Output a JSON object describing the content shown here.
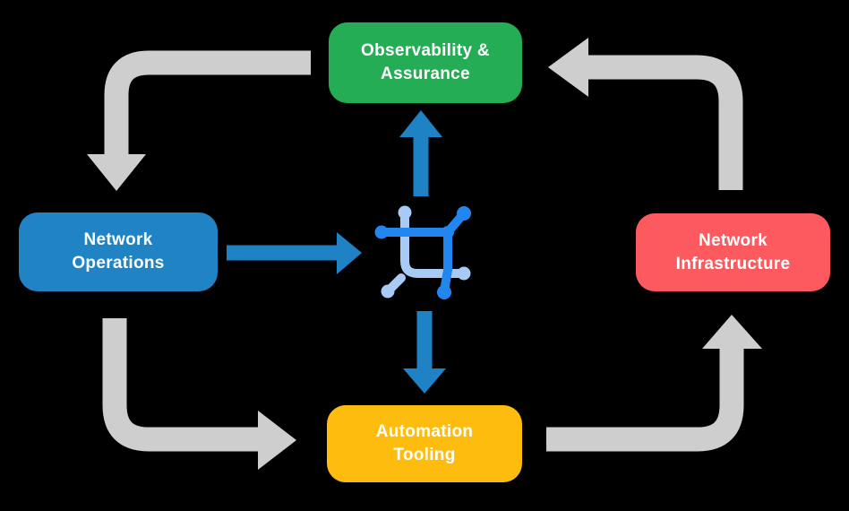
{
  "canvas": {
    "background": "#000000"
  },
  "diagram": {
    "type": "cycle-flow",
    "nodes": {
      "observability": {
        "label": "Observability &\nAssurance",
        "color": "#25AD56",
        "text_color": "#FFFFFF"
      },
      "operations": {
        "label": "Network\nOperations",
        "color": "#1F83C4",
        "text_color": "#FFFFFF"
      },
      "infrastructure": {
        "label": "Network\nInfrastructure",
        "color": "#FD5A5F",
        "text_color": "#FFFFFF"
      },
      "automation": {
        "label": "Automation\nTooling",
        "color": "#FEBD0E",
        "text_color": "#FFFFFF"
      }
    },
    "center_icon": {
      "name": "network-automation-platform-icon",
      "color_primary": "#2186F0",
      "color_secondary": "#A7CBF4"
    },
    "colors": {
      "cycle_arrow": "#CECECE",
      "flow_arrow": "#1F82C4"
    },
    "edges": {
      "cycle": [
        {
          "from": "observability",
          "to": "operations",
          "style": "gray-cycle"
        },
        {
          "from": "operations",
          "to": "automation",
          "style": "gray-cycle"
        },
        {
          "from": "automation",
          "to": "infrastructure",
          "style": "gray-cycle"
        },
        {
          "from": "infrastructure",
          "to": "observability",
          "style": "gray-cycle"
        }
      ],
      "platform": [
        {
          "from": "operations",
          "to": "center-icon",
          "style": "blue-flow"
        },
        {
          "from": "center-icon",
          "to": "observability",
          "style": "blue-flow"
        },
        {
          "from": "center-icon",
          "to": "automation",
          "style": "blue-flow"
        }
      ]
    }
  }
}
